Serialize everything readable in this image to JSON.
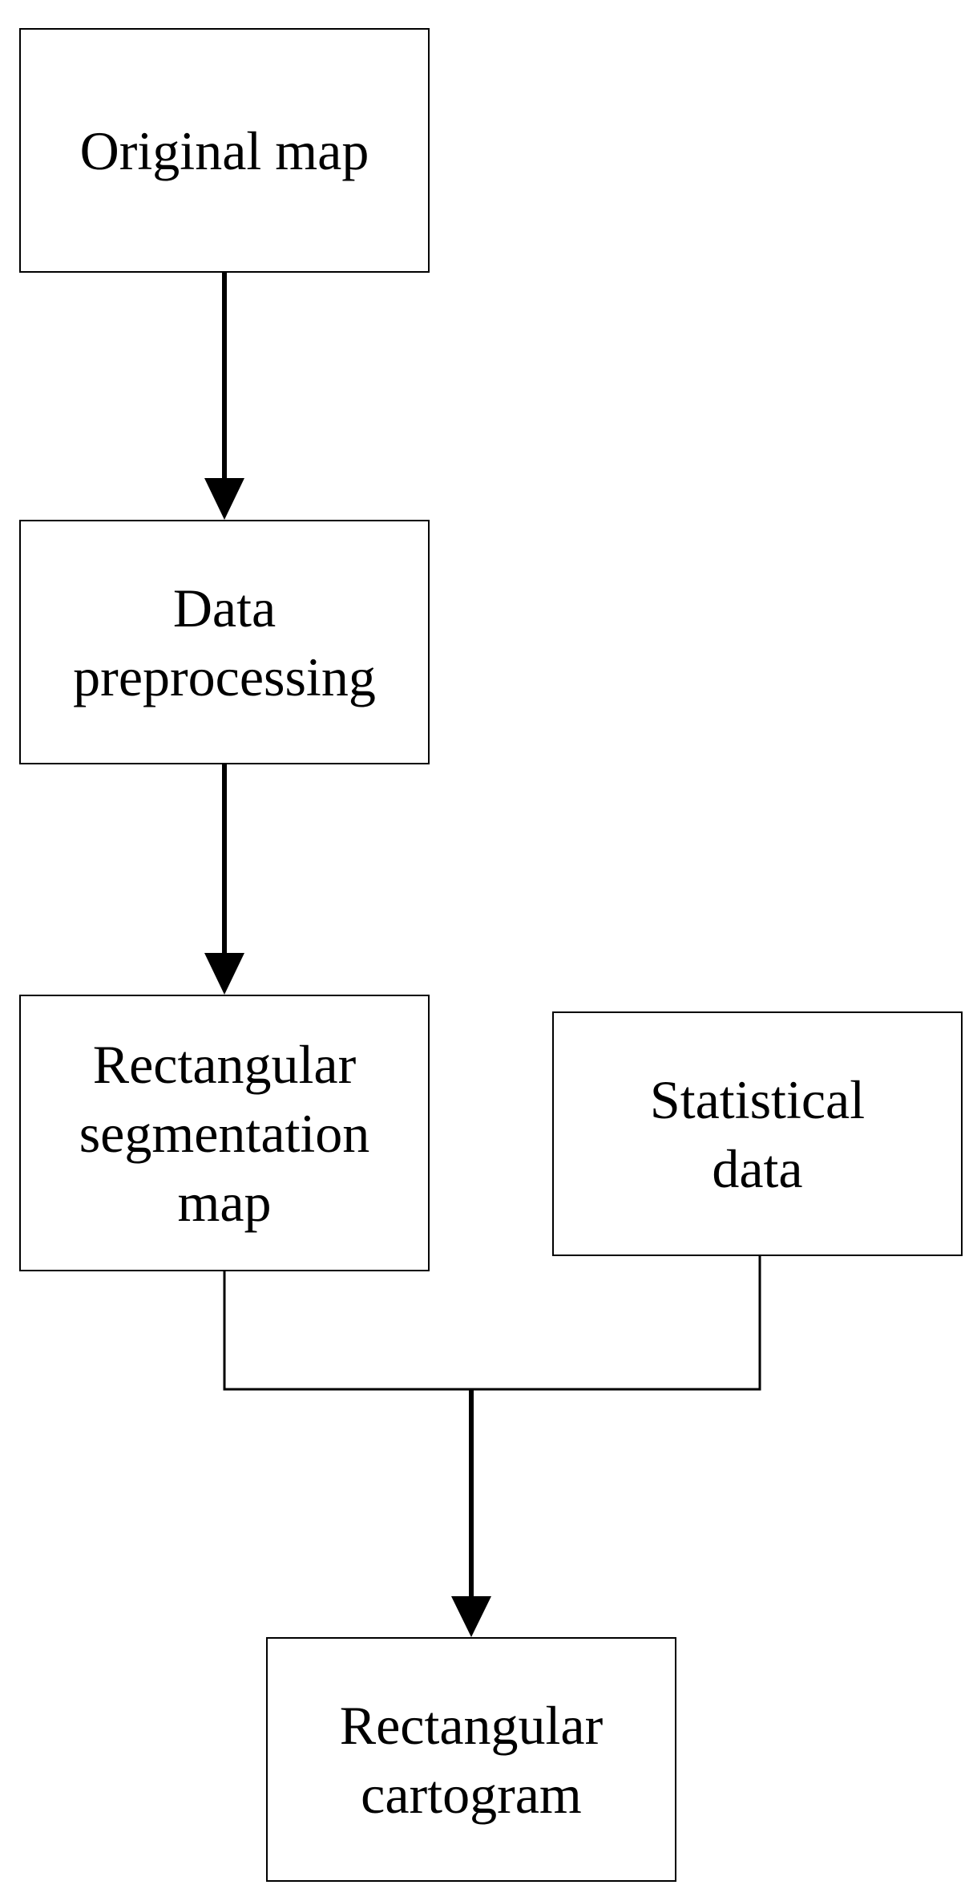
{
  "diagram": {
    "nodes": {
      "original_map": {
        "lines": [
          "Original map"
        ]
      },
      "data_preprocessing": {
        "lines": [
          "Data",
          "preprocessing"
        ]
      },
      "rect_segmentation_map": {
        "lines": [
          "Rectangular",
          "segmentation",
          "map"
        ]
      },
      "statistical_data": {
        "lines": [
          "Statistical",
          "data"
        ]
      },
      "rect_cartogram": {
        "lines": [
          "Rectangular",
          "cartogram"
        ]
      }
    },
    "edges": [
      {
        "from": "original_map",
        "to": "data_preprocessing"
      },
      {
        "from": "data_preprocessing",
        "to": "rect_segmentation_map"
      },
      {
        "from": "rect_segmentation_map",
        "to": "rect_cartogram"
      },
      {
        "from": "statistical_data",
        "to": "rect_cartogram"
      }
    ],
    "colors": {
      "stroke": "#000000",
      "background": "#ffffff"
    }
  }
}
